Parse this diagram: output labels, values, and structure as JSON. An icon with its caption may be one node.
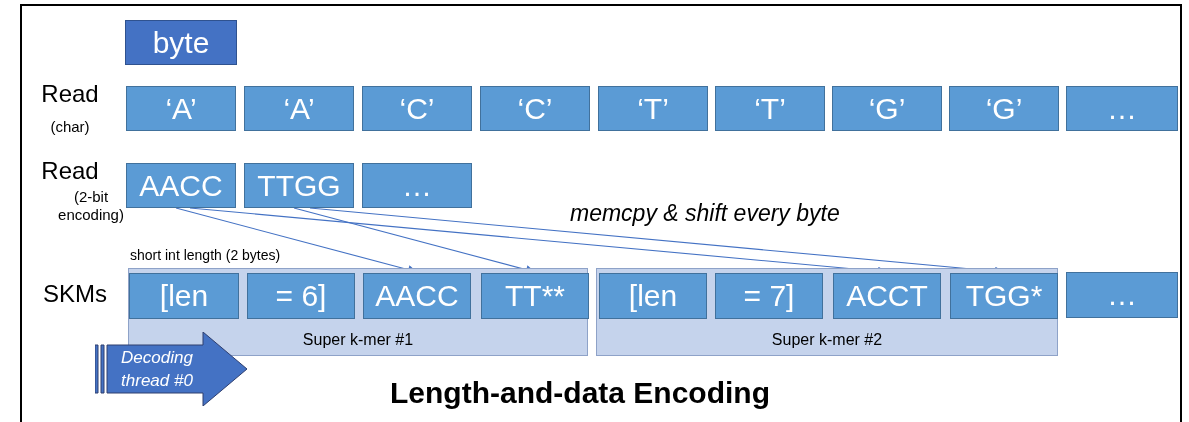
{
  "diagram": {
    "title": "Length-and-data Encoding",
    "nodes": [
      {
        "text": [
          "byte"
        ]
      },
      {
        "text": [
          "‘A’"
        ]
      },
      {
        "text": [
          "‘A’"
        ]
      },
      {
        "text": [
          "‘C’"
        ]
      },
      {
        "text": [
          "‘C’"
        ]
      },
      {
        "text": [
          "‘T’"
        ]
      },
      {
        "text": [
          "‘T’"
        ]
      },
      {
        "text": [
          "‘G’"
        ]
      },
      {
        "text": [
          "‘G’"
        ]
      },
      {
        "text": [
          "…"
        ]
      },
      {
        "text": [
          "AACC"
        ]
      },
      {
        "text": [
          "TTGG"
        ]
      },
      {
        "text": [
          "…"
        ]
      },
      {
        "text": [
          "Super k-mer #1"
        ]
      },
      {
        "text": [
          "[len"
        ],
        "in": 13
      },
      {
        "text": [
          "= 6]"
        ],
        "in": 13
      },
      {
        "text": [
          "AACC"
        ],
        "in": 13
      },
      {
        "text": [
          "TT**"
        ],
        "in": 13
      },
      {
        "text": [
          "Super k-mer #2"
        ]
      },
      {
        "text": [
          "[len"
        ],
        "in": 18
      },
      {
        "text": [
          "= 7]"
        ],
        "in": 18
      },
      {
        "text": [
          "ACCT"
        ],
        "in": 18
      },
      {
        "text": [
          "TGG*"
        ],
        "in": 18
      },
      {
        "text": [
          "…"
        ]
      },
      {
        "text": [
          "Decoding thread #0"
        ]
      }
    ],
    "edges": [
      {
        "from": 10,
        "to": 16,
        "arrow": "to"
      },
      {
        "from": 10,
        "to": 21,
        "arrow": "to"
      },
      {
        "from": 11,
        "to": 17,
        "arrow": "to"
      },
      {
        "from": 11,
        "to": 22,
        "arrow": "to"
      }
    ],
    "labels": [
      "Read",
      "(char)",
      "Read",
      "(2-bit encoding)",
      "memcpy & shift every byte",
      "short int length (2 bytes)",
      "SKMs"
    ]
  }
}
